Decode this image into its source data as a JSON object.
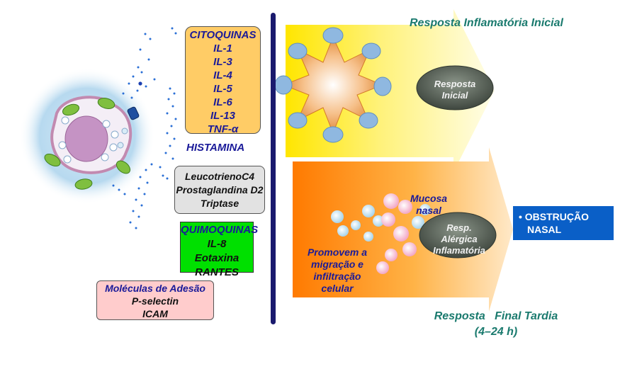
{
  "mediators": {
    "cytokines": {
      "title": "CITOQUINAS",
      "items": [
        "IL-1",
        "IL-3",
        "IL-4",
        "IL-5",
        "IL-6",
        "IL-13",
        "TNF-α"
      ]
    },
    "histamine": "HISTAMINA",
    "lipids": [
      "LeucotrienoC4",
      "Prostaglandina D2",
      "Triptase"
    ],
    "chemokines": {
      "title": "QUIMOQUINAS",
      "items": [
        "IL-8",
        "Eotaxina",
        "RANTES"
      ]
    },
    "adhesion": {
      "title": "Moléculas de Adesão",
      "items": [
        "P-selectin",
        "ICAM"
      ]
    }
  },
  "early_response": {
    "title": "Resposta Inflamatória Inicial",
    "oval_line1": "Resposta",
    "oval_line2": "Inicial"
  },
  "late_response": {
    "title_line1": "Resposta   Final Tardia",
    "title_line2": "(4–24 h)",
    "oval_line1": "Resp.",
    "oval_line2": "Alérgica",
    "oval_line3": "Inflamatória",
    "mucosa_line1": "Mucosa",
    "mucosa_line2": "nasal",
    "migration": [
      "Promovem a",
      "migração e",
      "infiltração",
      "celular"
    ]
  },
  "outcome": {
    "bullet": "•",
    "line1": "OBSTRUÇÃO",
    "line2": "NASAL"
  },
  "colors": {
    "early_arrow": "#ffe000",
    "late_arrow": "#ff8000",
    "outcome_box": "#0a5fc7",
    "divider": "#1a1a6e",
    "title_text": "#1a7a6e",
    "mediator_text": "#1a1a99"
  }
}
